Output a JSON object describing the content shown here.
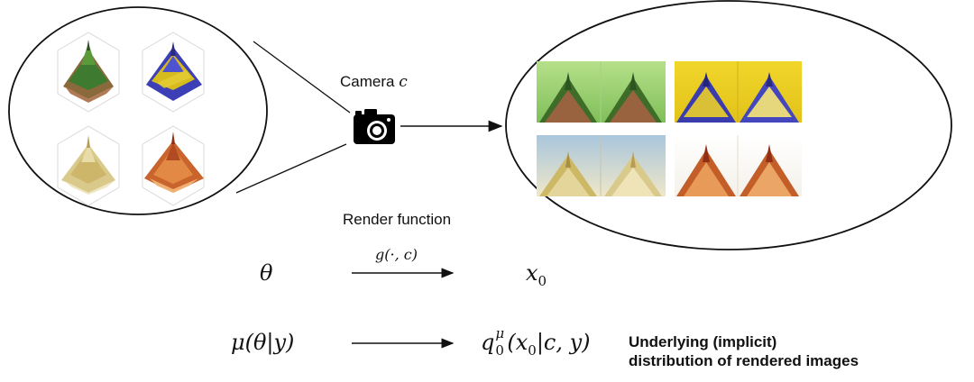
{
  "labels": {
    "camera_prefix": "Camera",
    "camera_symbol": "c",
    "render_function": "Render function",
    "render_mapping": "g(·, c)",
    "theta": "θ",
    "x0": "x",
    "x0_sub": "0",
    "mu_expr": "μ(θ|y)",
    "q_base": "q",
    "q_sub": "0",
    "q_sup": "μ",
    "q_args": "(x",
    "q_args_sub": "0",
    "q_args_tail": "|c, y)",
    "underlying_line1": "Underlying (implicit)",
    "underlying_line2": "distribution of rendered images"
  },
  "icons": {
    "camera": "camera-icon"
  },
  "colors": {
    "stroke": "#111111",
    "background": "#ffffff"
  }
}
